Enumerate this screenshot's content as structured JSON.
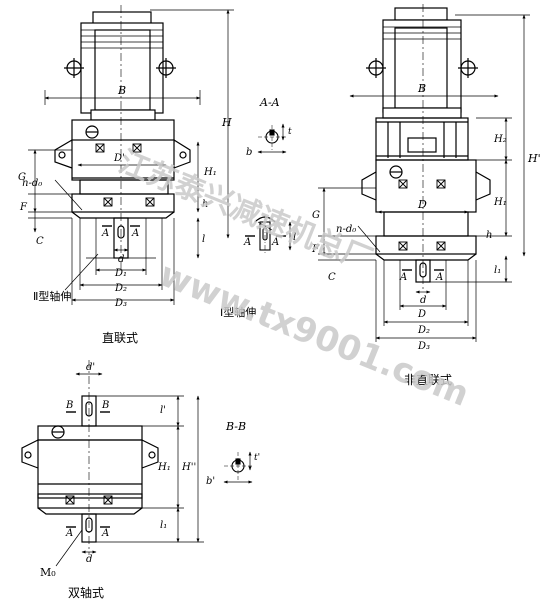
{
  "views": {
    "direct": {
      "caption": "直联式",
      "note_type2": "Ⅱ型轴伸",
      "note_type1": "Ⅰ型轴伸",
      "dims": {
        "B": "B",
        "H": "H",
        "H1": "H₁",
        "G": "G",
        "D_prime": "D'",
        "n_d0": "n-d₀",
        "F": "F",
        "C": "C",
        "h": "h",
        "l": "l",
        "d": "d",
        "D1": "D₁",
        "D2": "D₂",
        "D3": "D₃",
        "A": "A"
      }
    },
    "section_aa": {
      "title": "A-A",
      "b": "b",
      "t": "t"
    },
    "non_direct": {
      "caption": "非直联式",
      "dims": {
        "B": "B",
        "H2": "H₂",
        "H_prime": "H'",
        "H1": "H₁",
        "D": "D",
        "G": "G",
        "n_d0": "n-d₀",
        "F": "F",
        "h": "h",
        "C": "C",
        "l1": "l₁",
        "d": "d",
        "D1": "D",
        "D2": "D₂",
        "D3": "D₃",
        "A": "A"
      }
    },
    "double_shaft": {
      "caption": "双轴式",
      "dims": {
        "d_prime": "d'",
        "B": "B",
        "l_prime": "l'",
        "H1": "H₁",
        "H_dbl": "H''",
        "l1": "l₁",
        "A": "A",
        "d": "d",
        "M0": "M₀"
      }
    },
    "section_bb": {
      "title": "B-B",
      "b_prime": "b'",
      "t_prime": "t'"
    }
  },
  "watermark": {
    "line1": "江苏泰兴减速机总厂",
    "line2": "www.tx9001.com"
  }
}
